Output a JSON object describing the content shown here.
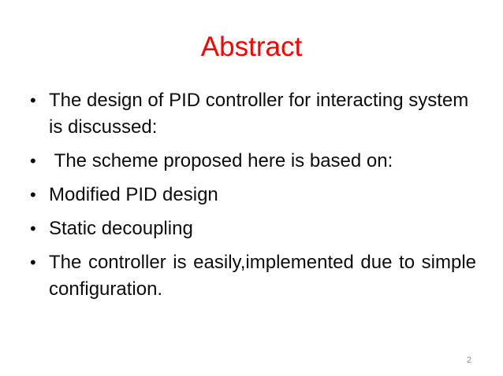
{
  "slide": {
    "title": "Abstract",
    "title_color": "#fe0000",
    "body_text_color": "#0d0d0d",
    "bullet_glyph": "•",
    "bullets": [
      {
        "text": "The design of PID controller for interacting system  is discussed:"
      },
      {
        "text": " The scheme proposed here is based on:"
      },
      {
        "text": "Modified PID design"
      },
      {
        "text": "Static decoupling"
      },
      {
        "text": "The controller is easily,implemented due to simple configuration."
      }
    ],
    "page_number": "2",
    "page_number_color": "#8c8c8c"
  }
}
